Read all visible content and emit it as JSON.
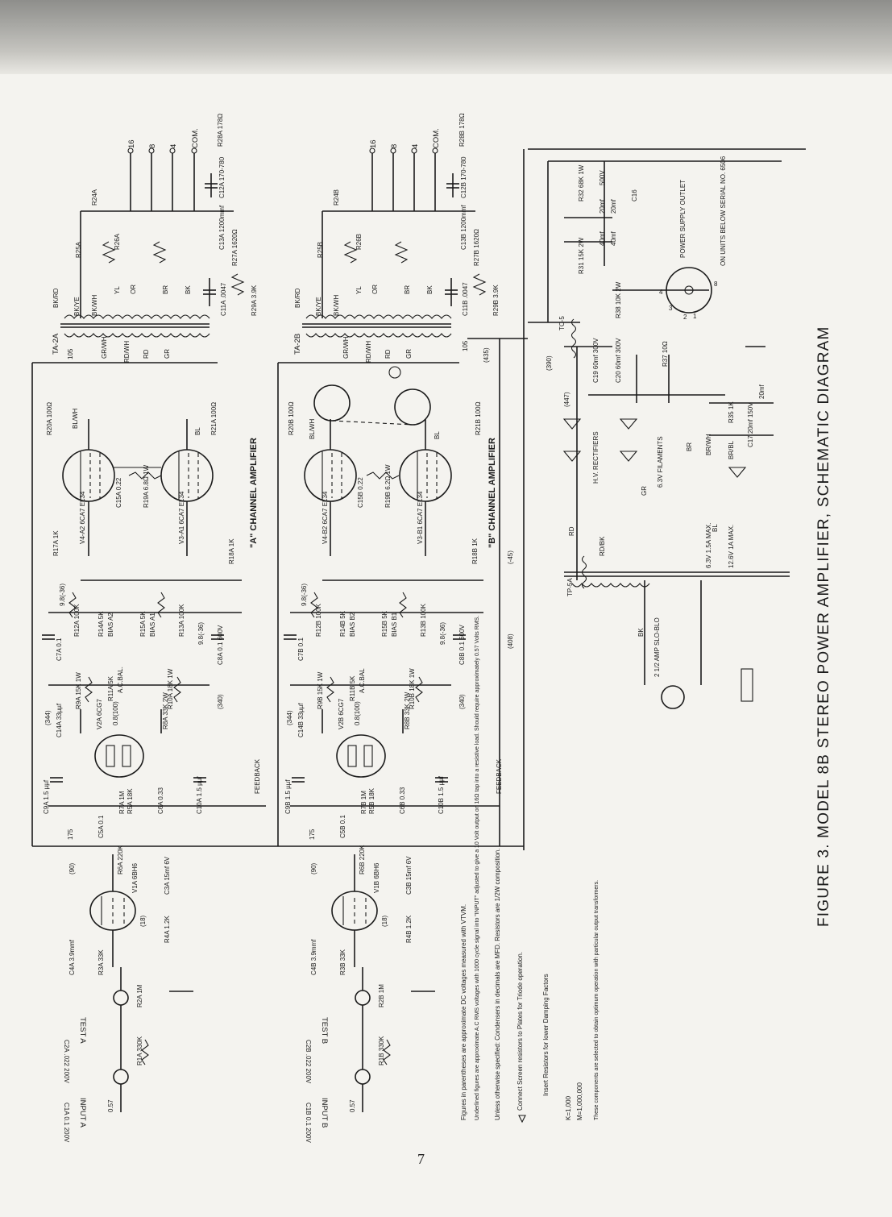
{
  "caption": "FIGURE 3.  MODEL 8B STEREO POWER AMPLIFIER, SCHEMATIC DIAGRAM",
  "page_number": "7",
  "channels": {
    "a_title": "\"A\" CHANNEL AMPLIFIER",
    "b_title": "\"B\" CHANNEL AMPLIFIER"
  },
  "inputs": {
    "input_a": "INPUT A",
    "input_b": "INPUT B",
    "test_a": "TEST A",
    "test_b": "TEST B",
    "input_level": "0.57"
  },
  "outputs": {
    "taps": [
      "16",
      "8",
      "4",
      "COM."
    ]
  },
  "tubes_a": {
    "v1": "V1A 6BH6",
    "v2": "V2A 6CG7",
    "v3": "V3-A1 6CA7 EL34",
    "v4": "V4-A2 6CA7 EL34"
  },
  "tubes_b": {
    "v1": "V1B 6BH6",
    "v2": "V2B 6CG7",
    "v3": "V3-B1 6CA7 EL34",
    "v4": "V4-B2 6CA7 EL34"
  },
  "components_a": {
    "c1": "C1A 0.1 200V",
    "c2": "C2A .022 200V",
    "r1": "R1A 330K",
    "r2": "R2A 1M",
    "r3": "R3A 33K",
    "c4": "C4A 3.9mmf",
    "r4": "R4A 1.2K",
    "c3": "C3A 15mf 6V",
    "r6": "R6A 220K",
    "c5": "C5A 0.1",
    "r5": "R5A 18K",
    "r7": "R7A 1M",
    "c6": "C6A 0.33",
    "c9": "C9A 1.5 µµf",
    "c10": "C10A 1.5 µµf",
    "c14": "C14A 33µµf",
    "r8": "R8A 33K 2W",
    "r9": "R9A 15K 1W",
    "r10": "R10A 18K 1W",
    "r11": "R11A 5K",
    "r12": "R12A 100K",
    "r13": "R13A 100K",
    "r14": "R14A 5K",
    "r15": "R15A 5K",
    "c7": "C7A 0.1",
    "c8": "C8A 0.1 600V",
    "r17": "R17A 1K",
    "r18": "R18A 1K",
    "r19": "R19A 6.8Ω 1W",
    "c15": "C15A 0.22",
    "r20": "R20A 100Ω",
    "r21": "R21A 100Ω",
    "bias1": "BIAS A1",
    "bias2": "BIAS A2",
    "acbal": "A.C.BAL.",
    "c11": "C11A .0047",
    "r29": "R29A 3.9K",
    "c13": "C13A 1200mmf",
    "r27": "R27A 1620Ω",
    "c12": "C12A 170-780",
    "r28": "R28A 178Ω",
    "r24": "R24A",
    "r25": "R25A",
    "r26": "R26A",
    "transformer": "TA-2A"
  },
  "components_b": {
    "c1": "C1B 0.1 200V",
    "c2": "C2B .022 200V",
    "r1": "R1B 330K",
    "r2": "R2B 1M",
    "r3": "R3B 33K",
    "c4": "C4B 3.9mmf",
    "r4": "R4B 1.2K",
    "c3": "C3B 15mf 6V",
    "r6": "R6B 220K",
    "c5": "C5B 0.1",
    "r5": "R5B 18K",
    "r7": "R7B 1M",
    "c6": "C6B 0.33",
    "c9": "C9B 1.5 µµf",
    "c10": "C10B 1.5 µµf",
    "c14": "C14B 33µµf",
    "r8": "R8B 33K 2W",
    "r9": "R9B 15K 1W",
    "r10": "R10B 18K 1W",
    "r11": "R11B 5K",
    "r12": "R12B 100K",
    "r13": "R13B 100K",
    "r14": "R14B 5K",
    "r15": "R15B 5K",
    "c7": "C7B 0.1",
    "c8": "C8B 0.1 600V",
    "r18": "R18B 1K",
    "r19": "R19B 6.2Ω 1W",
    "c15": "C15B 0.22",
    "r20": "R20B 100Ω",
    "r21": "R21B 100Ω",
    "bias1": "BIAS B1",
    "bias2": "BIAS B2",
    "acbal": "A.C.BAL",
    "c11": "C11B .0047",
    "r29": "R29B 3.9K",
    "c13": "C13B 1200mmf",
    "r27": "R27B 1620Ω",
    "c12": "C12B 170-780",
    "r28": "R28B 178Ω",
    "r24": "R24B",
    "r25": "R25B",
    "r26": "R26B",
    "transformer": "TA-2B"
  },
  "voltages": {
    "v_090": "(90)",
    "v_175": "175",
    "v_18": "(18)",
    "v_344": "(344)",
    "v_100": "0.8(100)",
    "v_340": "(340)",
    "v_36": "9.8(-36)",
    "v_m45": "(-45)",
    "v_408": "(408)",
    "v_435": "(435)",
    "v_390": "(390)",
    "v_447": "(447)",
    "v_105": "105"
  },
  "wire_colors": {
    "bk_rd": "BK/RD",
    "bk_ye": "BK/YE",
    "bk_wh": "BK/WH",
    "yl": "YL",
    "or": "OR",
    "br": "BR",
    "bk": "BK",
    "gr_wh": "GR/WH",
    "rd_wh": "RD/WH",
    "bl_wh": "BL/WH",
    "bl": "BL",
    "rd": "RD",
    "gr": "GR"
  },
  "feedback": "FEEDBACK",
  "power_supply": {
    "transformer_tp": "TP-5A",
    "choke": "TC-5",
    "rectifiers": "H.V. RECTIFIERS",
    "filaments": "6.3V FILAMENTS",
    "r31": "R31 15K 2W",
    "r32": "R32 68K 1W",
    "c16": "C16",
    "c16_values": [
      "40mf",
      "40mf",
      "20mf",
      "20mf",
      "500V"
    ],
    "c19": "C19 60mf 300V",
    "c20": "C20 60mf 300V",
    "r37": "R37 10Ω",
    "r38": "R38 10K 2W",
    "r35": "R35 1K",
    "c17": "C17 20mf 150V",
    "c17_b": "20mf",
    "outlet": "POWER SUPPLY OUTLET",
    "serial_note": "ON UNITS BELOW SERIAL NO. 6506",
    "ratings": [
      "6.3V 1.5A MAX.",
      "12.6V 1A MAX."
    ],
    "wires": [
      "RD",
      "RD/BK",
      "BR",
      "BR/WH",
      "BR/BL",
      "GR",
      "BL",
      "BK"
    ],
    "fuse": "2 1/2 AMP SLO-BLO",
    "socket_pins": [
      "1",
      "2",
      "3",
      "4",
      "8"
    ]
  },
  "notes": [
    "Figures in parentheses are approximate DC voltages measured with VTVM.",
    "Underlined figures are approximate A.C RMS voltages with 1000 cycle signal into \"INPUT\" adjusted to give a 10 Volt output on 16Ω tap into a resistive load. Should require approximately 0.57 Volts RMS.",
    "Unless otherwise specified: Condensers in decimals are MFD. Resistors are 1/2W composition.",
    "Connect Screen resistors to Plates for Triode operation.",
    "Insert Resistors for lower Damping Factors",
    "K=1,000",
    "M=1,000,000",
    "These components are selected to obtain optimum operation with particular output transformers."
  ]
}
